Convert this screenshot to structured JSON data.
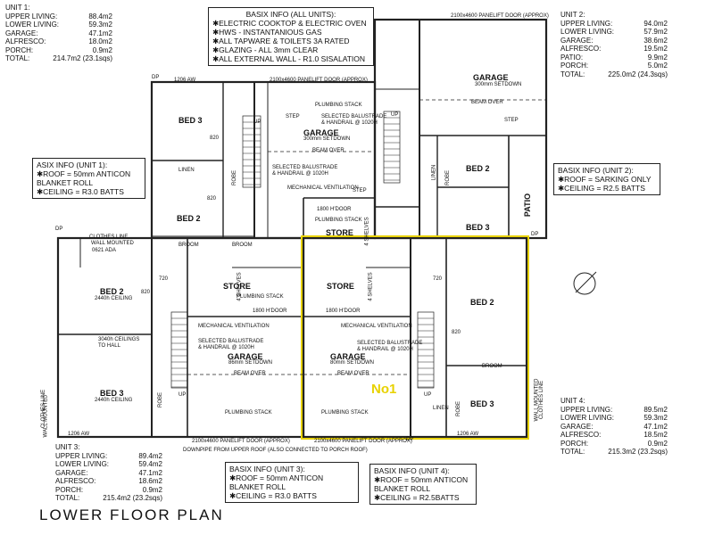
{
  "units": {
    "u1": {
      "label": "UNIT 1:",
      "rows": [
        [
          "UPPER LIVING:",
          "88.4m2"
        ],
        [
          "LOWER LIVING:",
          "59.3m2"
        ],
        [
          "GARAGE:",
          "47.1m2"
        ],
        [
          "ALFRESCO:",
          "18.0m2"
        ],
        [
          "PORCH:",
          "0.9m2"
        ],
        [
          "TOTAL:",
          "214.7m2 (23.1sqs)"
        ]
      ]
    },
    "u2": {
      "label": "UNIT 2:",
      "rows": [
        [
          "UPPER LIVING:",
          "94.0m2"
        ],
        [
          "LOWER LIVING:",
          "57.9m2"
        ],
        [
          "GARAGE:",
          "38.6m2"
        ],
        [
          "ALFRESCO:",
          "19.5m2"
        ],
        [
          "PATIO:",
          "9.9m2"
        ],
        [
          "PORCH:",
          "5.0m2"
        ],
        [
          "TOTAL:",
          "225.0m2 (24.3sqs)"
        ]
      ]
    },
    "u3": {
      "label": "UNIT 3:",
      "rows": [
        [
          "UPPER LIVING:",
          "89.4m2"
        ],
        [
          "LOWER LIVING:",
          "59.4m2"
        ],
        [
          "GARAGE:",
          "47.1m2"
        ],
        [
          "ALFRESCO:",
          "18.6m2"
        ],
        [
          "PORCH:",
          "0.9m2"
        ],
        [
          "TOTAL:",
          "215.4m2 (23.2sqs)"
        ]
      ]
    },
    "u4": {
      "label": "UNIT 4:",
      "rows": [
        [
          "UPPER LIVING:",
          "89.5m2"
        ],
        [
          "LOWER LIVING:",
          "59.3m2"
        ],
        [
          "GARAGE:",
          "47.1m2"
        ],
        [
          "ALFRESCO:",
          "18.5m2"
        ],
        [
          "PORCH:",
          "0.9m2"
        ],
        [
          "TOTAL:",
          "215.3m2 (23.2sqs)"
        ]
      ]
    }
  },
  "basix_all": {
    "title": "BASIX INFO (ALL UNITS):",
    "lines": [
      "✱ELECTRIC COOKTOP & ELECTRIC OVEN",
      "✱HWS - INSTANTANIOUS GAS",
      "✱ALL TAPWARE & TOILETS 3A RATED",
      "✱GLAZING - ALL 3mm CLEAR",
      "✱ALL EXTERNAL WALL - R1.0 SISALATION"
    ]
  },
  "basix_u1": {
    "title": "ASIX INFO (UNIT 1):",
    "lines": [
      "✱ROOF = 50mm ANTICON",
      "BLANKET ROLL",
      "✱CEILING = R3.0 BATTS"
    ]
  },
  "basix_u2": {
    "title": "BASIX INFO (UNIT 2):",
    "lines": [
      "✱ROOF = SARKING ONLY",
      "✱CEILING = R2.5 BATTS"
    ]
  },
  "basix_u3": {
    "title": "BASIX INFO (UNIT 3):",
    "lines": [
      "✱ROOF = 50mm ANTICON",
      "BLANKET ROLL",
      "✱CEILING = R3.0 BATTS"
    ]
  },
  "basix_u4": {
    "title": "BASIX INFO (UNIT 4):",
    "lines": [
      "✱ROOF = 50mm ANTICON",
      "BLANKET ROLL",
      "✱CEILING = R2.5BATTS"
    ]
  },
  "rooms": {
    "bed3_u1": "BED 3",
    "bed2_u1": "BED 2",
    "garage_u1": "GARAGE",
    "store_u1": "STORE",
    "garage_u2": "GARAGE",
    "bed2_u2": "BED 2",
    "bed3_u2": "BED 3",
    "patio_u2": "PATIO",
    "bed2_u3": "BED 2",
    "bed3_u3": "BED 3",
    "store_u3": "STORE",
    "garage_u3": "GARAGE",
    "store_u4": "STORE",
    "garage_u4": "GARAGE",
    "bed2_u4": "BED 2",
    "bed3_u4": "BED 3"
  },
  "labels": {
    "setdown_300": "300mm SETDOWN",
    "setdown_300b": "300mm SETDOWN",
    "setdown_86": "86mm SETDOWN",
    "setdown_80": "80mm SETDOWN",
    "beam_over": "BEAM OVER",
    "plumbing_stack": "PLUMBING STACK",
    "mech_vent": "MECHANICAL VENTILATION",
    "balustrade": "SELECTED BALUSTRADE",
    "handrail": "& HANDRAIL @ 1020H",
    "panelift_u1": "2100x4600 PANELIFT DOOR (APPROX)",
    "panelift_top": "2100x4600 PANELIFT DOOR (APPROX)",
    "panelift_u3": "2100x4600 PANELIFT DOOR (APPROX)",
    "panelift_u4": "2100x4600 PANELIFT DOOR (APPROX)",
    "door1800": "1800 H'DOOR",
    "door1800b": "1800 H'DOOR",
    "door1800c": "1800 H'DOOR",
    "shelves": "4 SHELVES",
    "linen": "LINEN",
    "robe": "ROBE",
    "broom": "BROOM",
    "step": "STEP",
    "up": "UP",
    "clothes_line": "CLOTHES LINE",
    "wall_mounted": "WALL MOUNTED",
    "aw0621": "0621 ADA",
    "ceiling_2440": "2440h CEILING",
    "ceiling_2440b": "2440h CEILING",
    "ceilings_3040": "3040h CEILINGS",
    "to_hall": "TO HALL",
    "downpipe": "DOWNPIPE FROM UPPER ROOF (ALSO CONNECTED TO PORCH ROOF)",
    "d820": "820",
    "d720": "720",
    "aw1206": "1206 AW",
    "dp": "DP",
    "no1": "No1",
    "title": "LOWER FLOOR PLAN"
  }
}
